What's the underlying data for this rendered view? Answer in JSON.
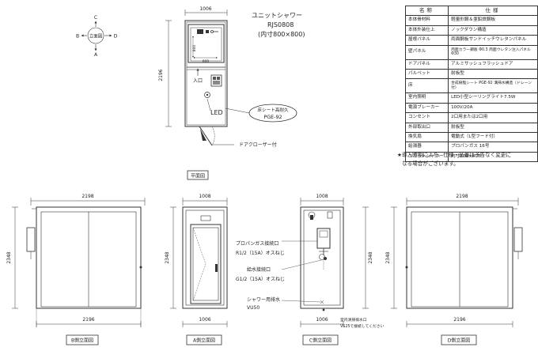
{
  "plan": {
    "unit_label": "ユニットシャワー",
    "model_label": "RJS0808",
    "inner_size_label": "(内寸800×800)",
    "width_top": "1006",
    "height_side": "2196",
    "inner_dim_a": "800",
    "inner_dim_b": "800",
    "entrance_label": "入口",
    "led_label": "LED",
    "floor_label_1": "床シート高耐久",
    "floor_label_2": "PGE-92",
    "door_closer_label": "ドアクローザー付",
    "compass": {
      "top": "C",
      "left": "B",
      "center": "立面図",
      "right": "D",
      "bottom": "A"
    },
    "title": "平面図"
  },
  "spec_table": {
    "header_left": "名称",
    "header_right": "仕様",
    "rows": [
      {
        "k": "本体骨材料",
        "v": "軽量形鋼＆亜鉛鉄鋼板"
      },
      {
        "k": "本体外装仕上",
        "v": "ノックダウン構造"
      },
      {
        "k": "屋根パネル",
        "v": "両面鋼板サンドイッチウレタンパネル"
      },
      {
        "k": "壁パネル",
        "v": "両面カラー鋼板 Φ0.3 両面ウレタン注入パネル Φ30"
      },
      {
        "k": "ドアパネル",
        "v": "アルミサッシュフラッシュドア"
      },
      {
        "k": "パルペット",
        "v": "耐板型"
      },
      {
        "k": "床",
        "v": "合成樹脂シート PGE-92 溝掃水構造（ドレーン付）"
      },
      {
        "k": "室内照明",
        "v": "LED小型シーリングライト7.5W"
      },
      {
        "k": "電源ブレーカー",
        "v": "100V/20A"
      },
      {
        "k": "コンセント",
        "v": "2口用または2口用"
      },
      {
        "k": "外部取出口",
        "v": "耐板型"
      },
      {
        "k": "換気扇",
        "v": "電動式（L型フード付）"
      },
      {
        "k": "給湯器",
        "v": "プロパンガス 16号"
      },
      {
        "k": "ユニットシャワー",
        "v": "内寸800×800"
      }
    ]
  },
  "notes": {
    "line1": "★導入時期により、仕様・品番は予告なく変更に",
    "line2": "なる場合がございます。"
  },
  "elevations": {
    "b": {
      "width_top": "2198",
      "width_bottom": "2196",
      "height": "2348",
      "title": "B側立面図"
    },
    "a": {
      "width_top": "1008",
      "width_bottom": "1006",
      "height": "2348",
      "title": "A側立面図"
    },
    "c": {
      "width_top": "1008",
      "width_bottom": "1006",
      "height": "2348",
      "title": "C側立面図",
      "propane_label": "プロパンガス接続口",
      "propane_size": "R1/2（15A）オスねじ",
      "water_label": "給水接続口",
      "water_size": "G1/2（15A）オスねじ",
      "drain_label": "シャワー用排水",
      "drain_size": "VU50",
      "indoor_drain_label": "室内清掃排水口",
      "indoor_drain_size": "VS25で接続してください"
    },
    "d": {
      "width_top": "2198",
      "width_bottom": "2196",
      "height": "2348",
      "title": "D側立面図"
    }
  }
}
